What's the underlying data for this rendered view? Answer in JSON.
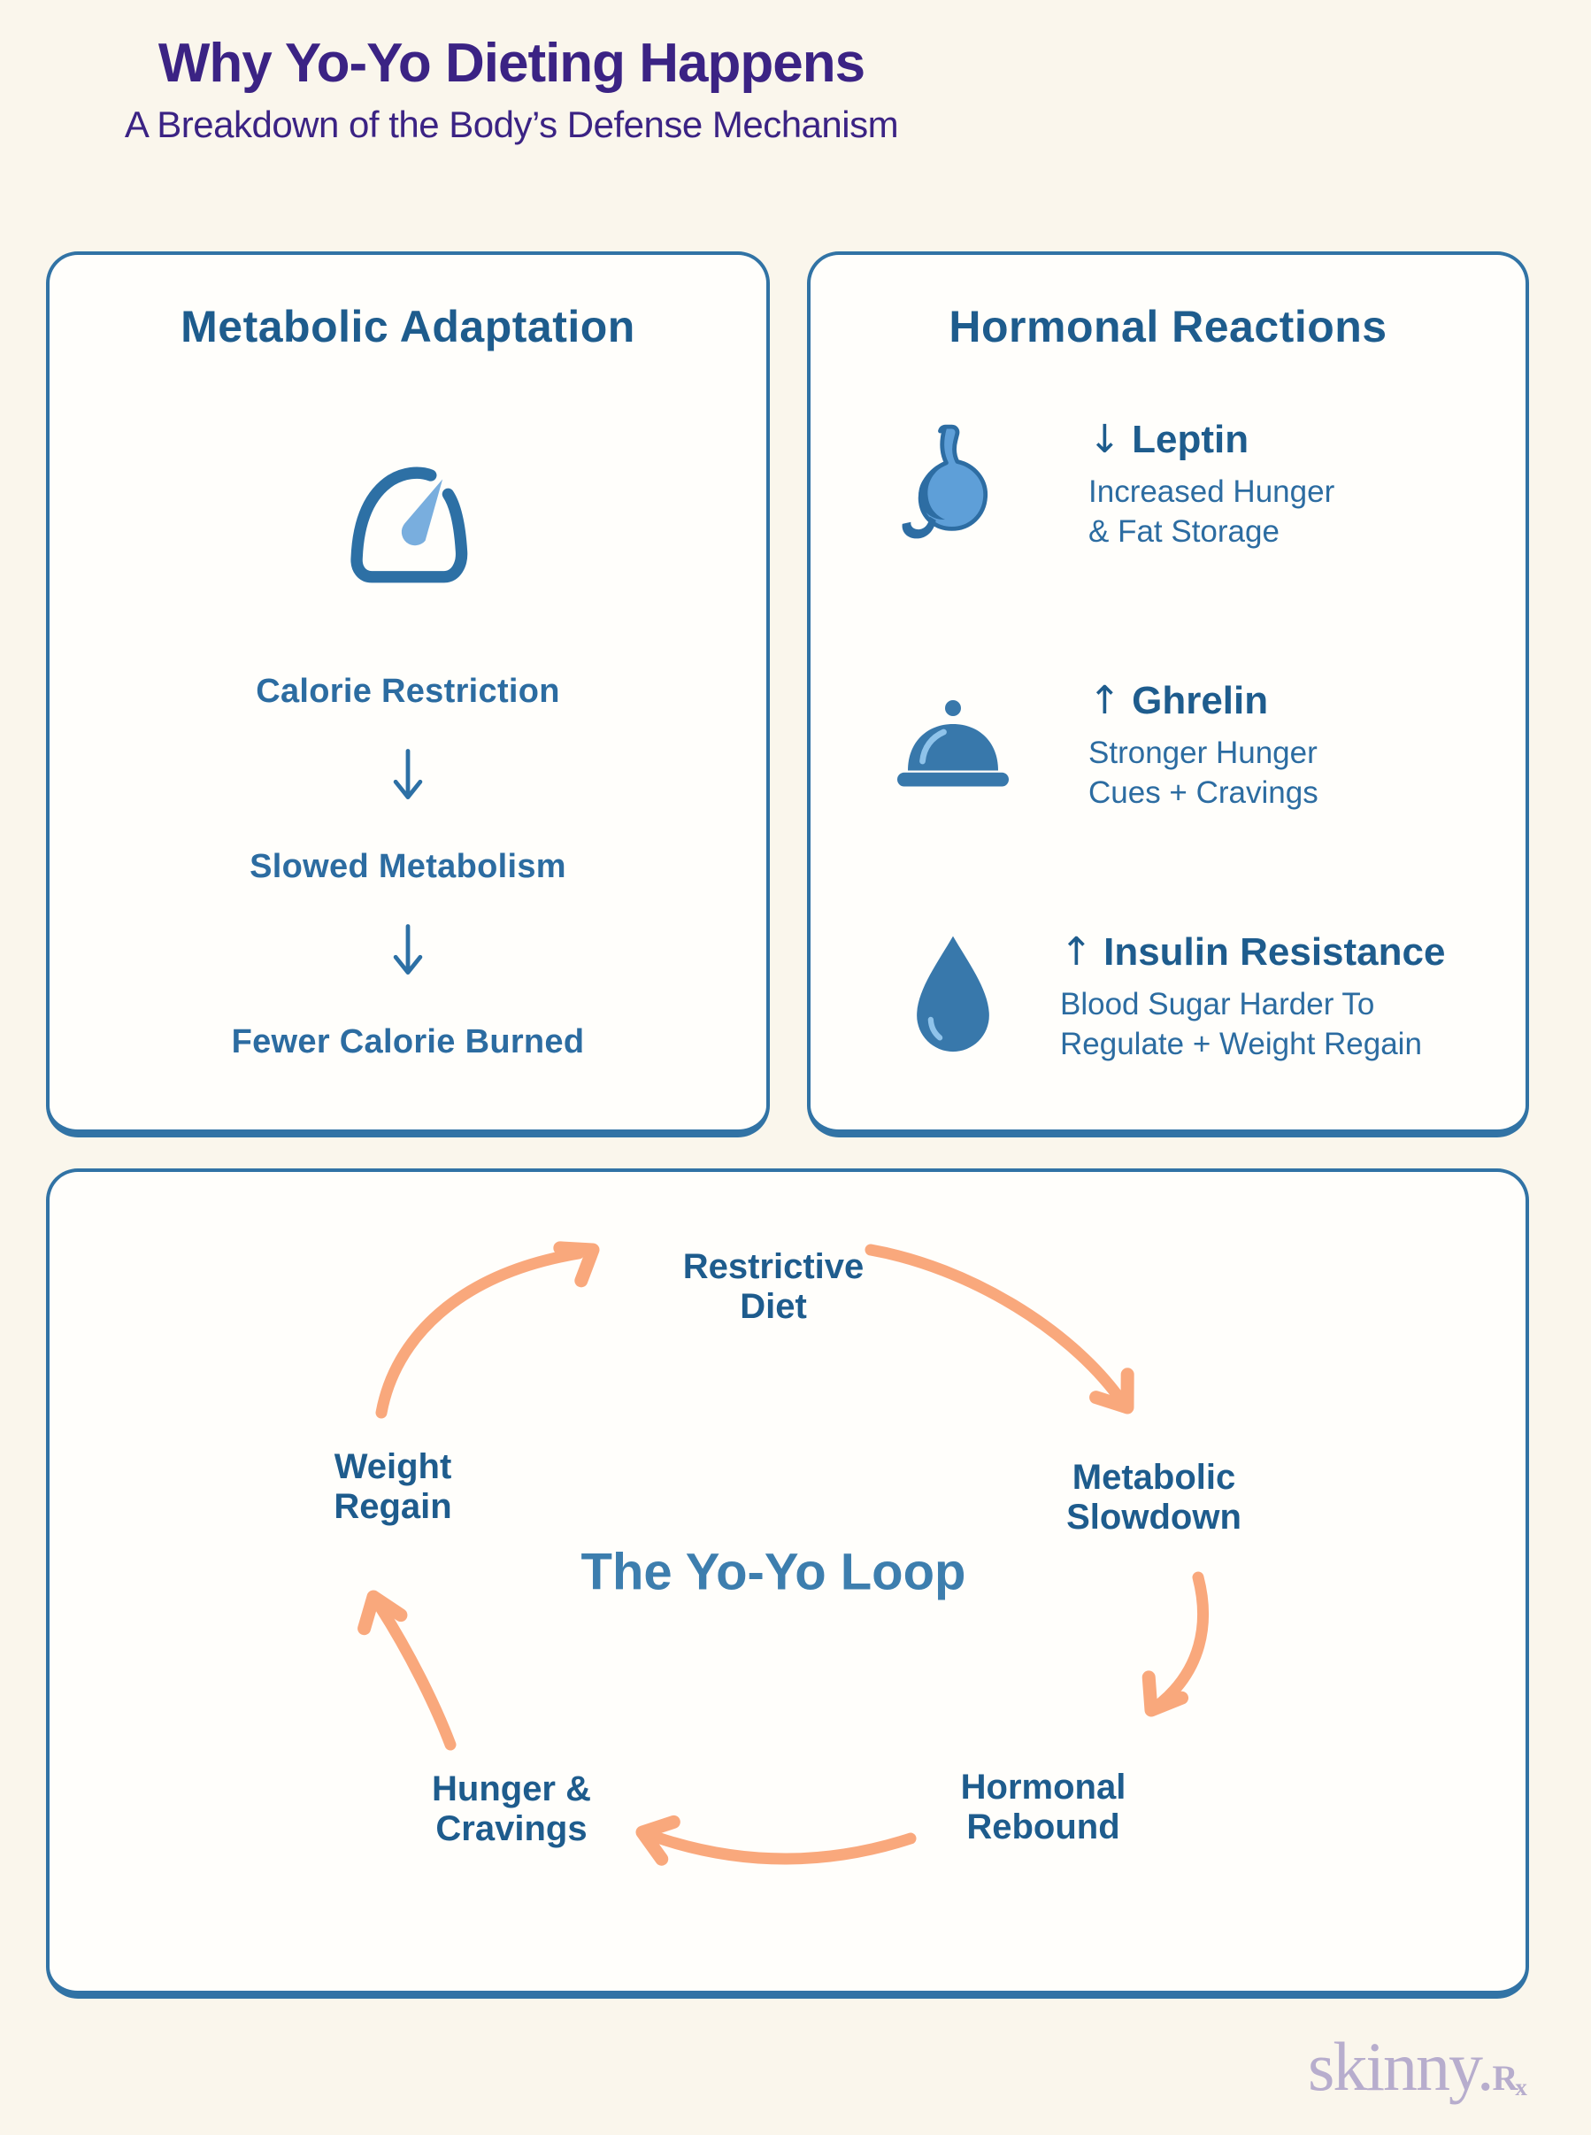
{
  "header": {
    "title": "Why Yo-Yo Dieting Happens",
    "subtitle": "A Breakdown of the Body’s Defense Mechanism"
  },
  "metabolic": {
    "title": "Metabolic Adaptation",
    "icon": "gauge-icon",
    "steps": [
      "Calorie Restriction",
      "Slowed Metabolism",
      "Fewer Calorie Burned"
    ]
  },
  "hormonal": {
    "title": "Hormonal Reactions",
    "items": [
      {
        "icon": "stomach-icon",
        "direction": "↓",
        "name": "Leptin",
        "description": "Increased Hunger\n& Fat Storage"
      },
      {
        "icon": "cloche-icon",
        "direction": "↑",
        "name": "Ghrelin",
        "description": "Stronger Hunger\nCues + Cravings"
      },
      {
        "icon": "droplet-icon",
        "direction": "↑",
        "name": "Insulin Resistance",
        "description": "Blood Sugar Harder To\nRegulate + Weight Regain"
      }
    ]
  },
  "loop": {
    "title": "The Yo-Yo Loop",
    "nodes": [
      {
        "label": "Restrictive\nDiet"
      },
      {
        "label": "Metabolic\nSlowdown"
      },
      {
        "label": "Hormonal\nRebound"
      },
      {
        "label": "Hunger &\nCravings"
      },
      {
        "label": "Weight\nRegain"
      }
    ]
  },
  "logo": {
    "brand": "skinny.",
    "rx_r": "R",
    "rx_x": "x"
  },
  "colors": {
    "background": "#faf6ec",
    "card_background": "#fffefb",
    "card_border": "#3173a5",
    "heading_blue": "#1e5c8d",
    "body_blue": "#2c6ca1",
    "title_purple": "#3b2384",
    "loop_title_blue": "#3d7eae",
    "arrow_orange": "#f9a87c",
    "icon_blue": "#3378ab",
    "icon_light_blue": "#79aede",
    "stomach_fill": "#5e9fd8",
    "logo_lavender": "#b7adcd"
  }
}
